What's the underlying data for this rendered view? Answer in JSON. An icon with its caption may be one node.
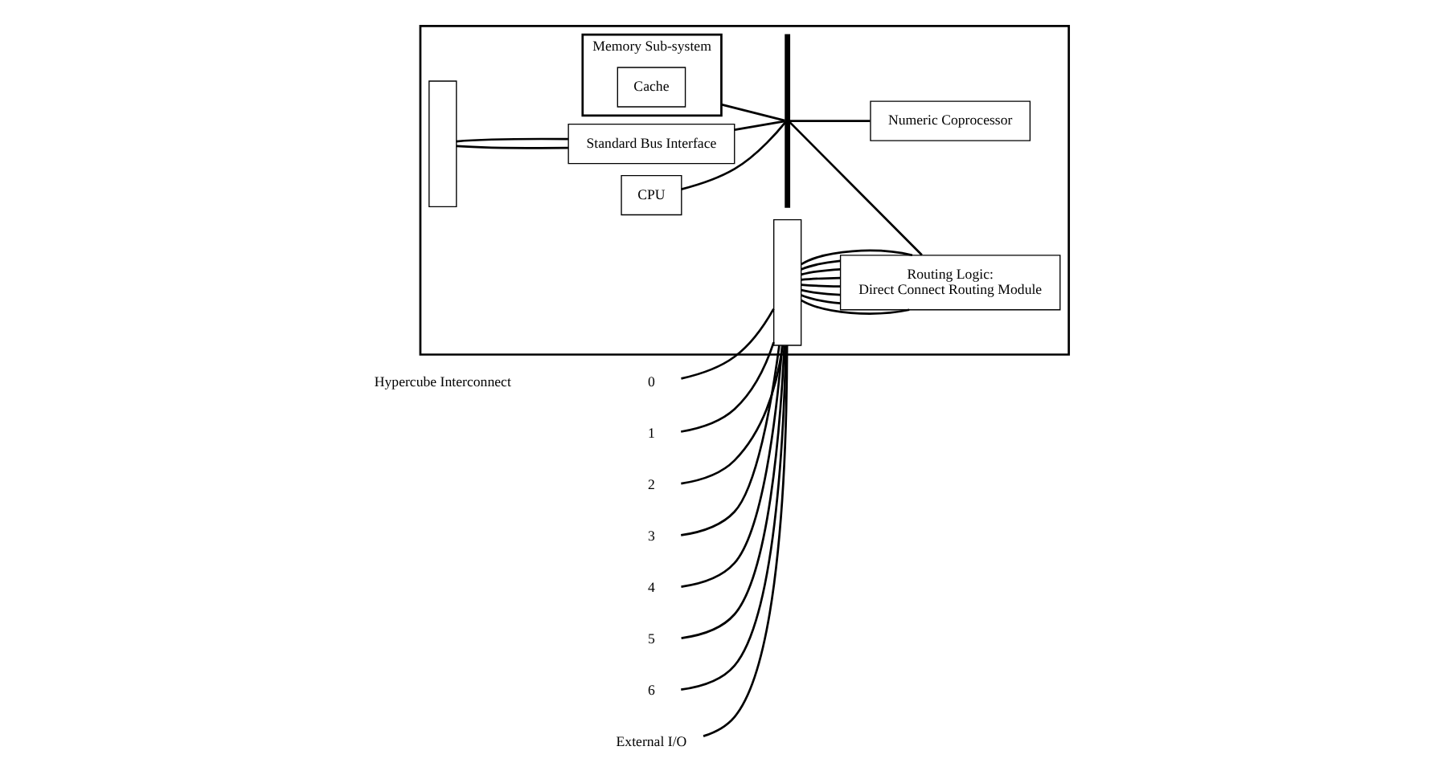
{
  "diagram": {
    "nodes": [
      {
        "text": [],
        "shape": "box"
      },
      {
        "text": [],
        "shape": "box",
        "in": 0
      },
      {
        "text": [
          "Standard Bus Interface"
        ],
        "in": 0
      },
      {
        "text": [
          "Memory Sub-system"
        ],
        "in": 0
      },
      {
        "text": [
          "Cache"
        ],
        "in": 3
      },
      {
        "text": [
          "CPU"
        ],
        "in": 0
      },
      {
        "text": [],
        "shape": "bar",
        "in": 0
      },
      {
        "text": [],
        "shape": "box",
        "in": 0
      },
      {
        "text": [
          "Routing Logic:",
          "Direct Connect Routing Module"
        ],
        "in": 0
      },
      {
        "text": [
          "Numeric Coprocessor"
        ],
        "in": 0
      },
      {
        "text": [
          "0"
        ]
      },
      {
        "text": [
          "1"
        ]
      },
      {
        "text": [
          "2"
        ]
      },
      {
        "text": [
          "3"
        ]
      },
      {
        "text": [
          "4"
        ]
      },
      {
        "text": [
          "5"
        ]
      },
      {
        "text": [
          "6"
        ]
      },
      {
        "text": [
          "External I/O"
        ]
      }
    ],
    "edges": [
      {
        "from": 1,
        "to": 2,
        "arrow": "none"
      },
      {
        "from": 1,
        "to": 2,
        "arrow": "none"
      },
      {
        "from": 2,
        "to": 6,
        "arrow": "none"
      },
      {
        "from": 3,
        "to": 6,
        "arrow": "none"
      },
      {
        "from": 5,
        "to": 6,
        "arrow": "none"
      },
      {
        "from": 6,
        "to": 8,
        "arrow": "none"
      },
      {
        "from": 6,
        "to": 9,
        "arrow": "none"
      },
      {
        "from": 10,
        "to": 7,
        "arrow": "none"
      },
      {
        "from": 11,
        "to": 7,
        "arrow": "none"
      },
      {
        "from": 12,
        "to": 7,
        "arrow": "none"
      },
      {
        "from": 13,
        "to": 7,
        "arrow": "none"
      },
      {
        "from": 14,
        "to": 7,
        "arrow": "none"
      },
      {
        "from": 15,
        "to": 7,
        "arrow": "none"
      },
      {
        "from": 16,
        "to": 7,
        "arrow": "none"
      },
      {
        "from": 17,
        "to": 7,
        "arrow": "none"
      },
      {
        "from": 7,
        "to": 8,
        "arrow": "none"
      },
      {
        "from": 7,
        "to": 8,
        "arrow": "none"
      },
      {
        "from": 7,
        "to": 8,
        "arrow": "none"
      },
      {
        "from": 7,
        "to": 8,
        "arrow": "none"
      },
      {
        "from": 7,
        "to": 8,
        "arrow": "none"
      },
      {
        "from": 7,
        "to": 8,
        "arrow": "none"
      },
      {
        "from": 7,
        "to": 8,
        "arrow": "none"
      },
      {
        "from": 7,
        "to": 8,
        "arrow": "none"
      }
    ],
    "labels": [
      "Hypercube Interconnect"
    ]
  }
}
